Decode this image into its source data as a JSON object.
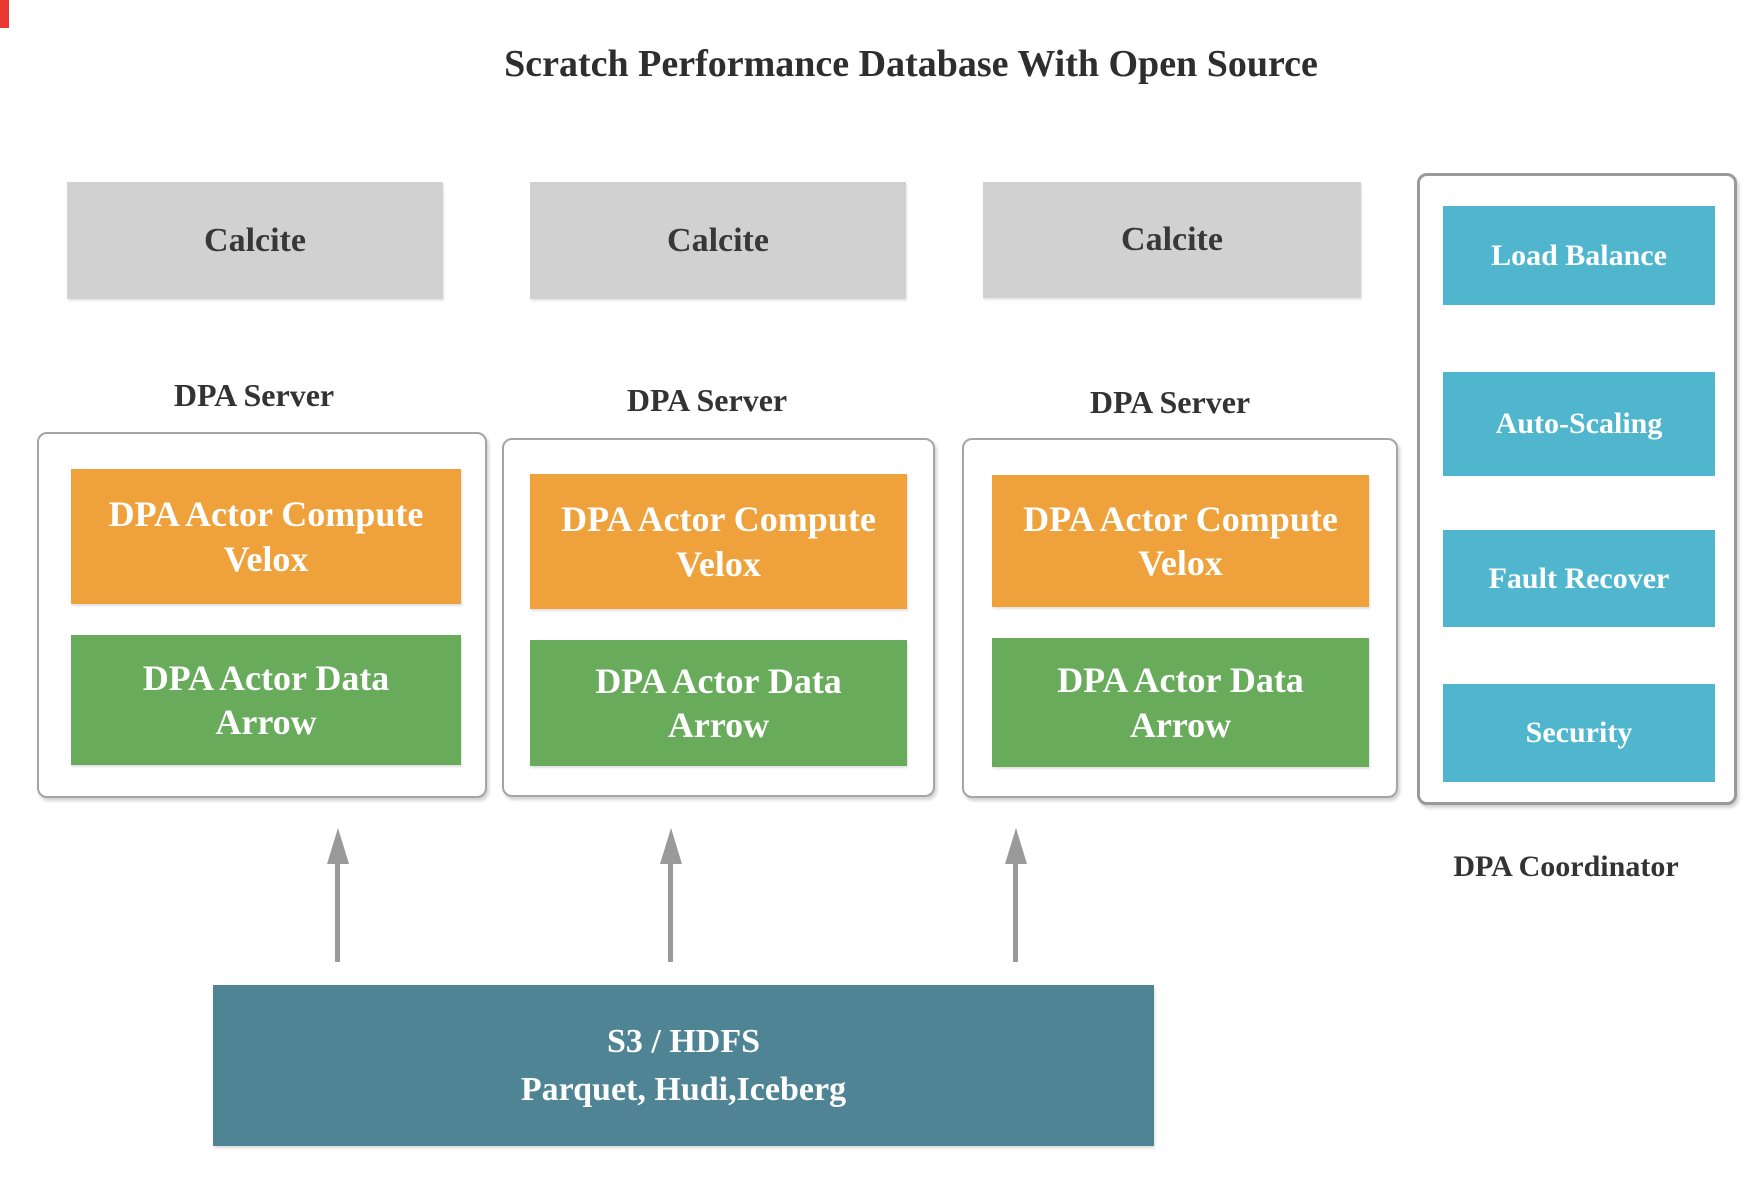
{
  "title": "Scratch Performance Database With Open Source",
  "colors": {
    "orange": "#EFA23C",
    "green": "#67AB5B",
    "blue": "#4FB6CE",
    "teal": "#4F8494",
    "calcite": "#D1D1D1",
    "arrow": "#9A9A9A",
    "red": "#E8382F"
  },
  "servers": [
    {
      "calcite_label": "Calcite",
      "server_label": "DPA Server",
      "compute_line1": "DPA Actor Compute",
      "compute_line2": "Velox",
      "data_line1": "DPA Actor Data",
      "data_line2": "Arrow"
    },
    {
      "calcite_label": "Calcite",
      "server_label": "DPA Server",
      "compute_line1": "DPA Actor Compute",
      "compute_line2": "Velox",
      "data_line1": "DPA Actor Data",
      "data_line2": "Arrow"
    },
    {
      "calcite_label": "Calcite",
      "server_label": "DPA Server",
      "compute_line1": "DPA Actor Compute",
      "compute_line2": "Velox",
      "data_line1": "DPA Actor Data",
      "data_line2": "Arrow"
    }
  ],
  "coordinator": {
    "label": "DPA Coordinator",
    "features": [
      "Load Balance",
      "Auto-Scaling",
      "Fault Recover",
      "Security"
    ]
  },
  "storage": {
    "line1": "S3 / HDFS",
    "line2": "Parquet, Hudi,Iceberg"
  }
}
